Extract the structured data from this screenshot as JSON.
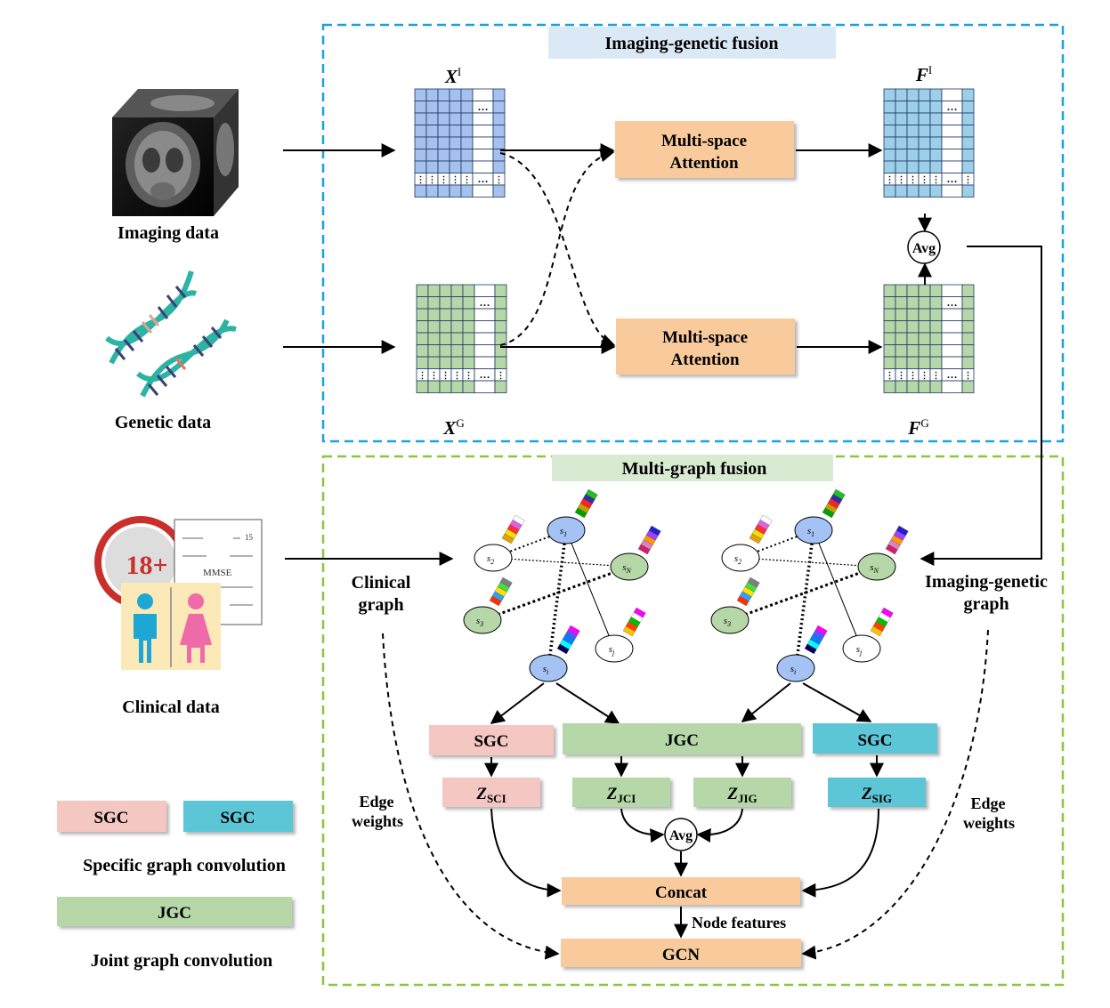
{
  "sections": {
    "imaging_genetic_fusion": "Imaging-genetic fusion",
    "multi_graph_fusion": "Multi-graph fusion"
  },
  "inputs": {
    "imaging": "Imaging data",
    "genetic": "Genetic data",
    "clinical": "Clinical data",
    "clinical_badge": "18+",
    "form_title": "MMSE",
    "form_number": "15"
  },
  "matrices": {
    "xi_base": "X",
    "xi_sup": "I",
    "xg_base": "X",
    "xg_sup": "G",
    "fi_base": "F",
    "fi_sup": "I",
    "fg_base": "F",
    "fg_sup": "G"
  },
  "attention_line1": "Multi-space",
  "attention_line2": "Attention",
  "avg": "Avg",
  "graphs": {
    "clinical_line1": "Clinical",
    "clinical_line2": "graph",
    "imaging_line1": "Imaging-genetic",
    "imaging_line2": "graph",
    "nodes": {
      "s1": "s",
      "s1_sub": "1",
      "s2": "s",
      "s2_sub": "2",
      "s3": "s",
      "s3_sub": "3",
      "si": "s",
      "si_sub": "i",
      "sj": "s",
      "sj_sub": "j",
      "sn": "s",
      "sn_sub": "N"
    }
  },
  "convolutions": {
    "sgc": "SGC",
    "jgc": "JGC",
    "z": "Z",
    "z_sci": "SCI",
    "z_jci": "JCI",
    "z_jig": "JIG",
    "z_sig": "SIG"
  },
  "fusion": {
    "concat": "Concat",
    "gcn": "GCN",
    "node_features": "Node features",
    "edge_line1": "Edge",
    "edge_line2": "weights"
  },
  "legend": {
    "sgc_a": "SGC",
    "sgc_b": "SGC",
    "specific": "Specific graph convolution",
    "jgc": "JGC",
    "joint": "Joint graph convolution"
  },
  "colors": {
    "blue_frame": "#1aa3dc",
    "green_frame": "#8cc63f",
    "imaging_cell": "#a6c1ee",
    "genetic_cell": "#b6d7a8",
    "fused_blue": "#9ecfe8",
    "attention": "#f9cb9c",
    "sgc_pink": "#f4c7c3",
    "sgc_cyan": "#5bc5d6",
    "jgc_green": "#b6d7a8",
    "node_blue": "#a4c2f4",
    "node_green": "#b6d7a8"
  }
}
